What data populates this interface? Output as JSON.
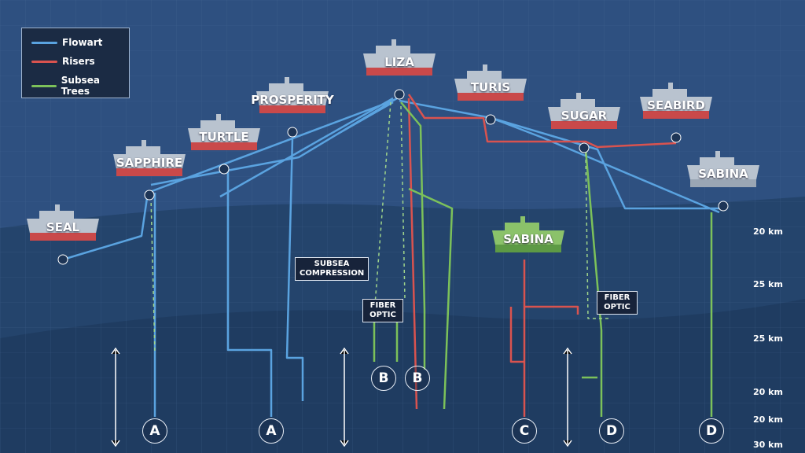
{
  "legend": [
    {
      "label": "Flowart",
      "color": "#5aa3e0"
    },
    {
      "label": "Risers",
      "color": "#d9534f"
    },
    {
      "label": "Subsea Trees",
      "color": "#7cc15a"
    }
  ],
  "vessels": [
    "SEAL",
    "SAPPHIRE",
    "TURTLE",
    "PROSPERITY",
    "LIZA",
    "TURIS",
    "SUGAR",
    "SEABIRD",
    "SABINA",
    "SABINA"
  ],
  "callouts": {
    "compression": "SUBSEA COMPRESSION",
    "fiber1": "FIBER OPTIC",
    "fiber2": "FIBER OPTIC"
  },
  "wells": [
    "A",
    "A",
    "B",
    "B",
    "C",
    "D",
    "D"
  ],
  "scale": [
    "20 km",
    "25 km",
    "25 km",
    "20 km",
    "20 km",
    "30 km"
  ]
}
